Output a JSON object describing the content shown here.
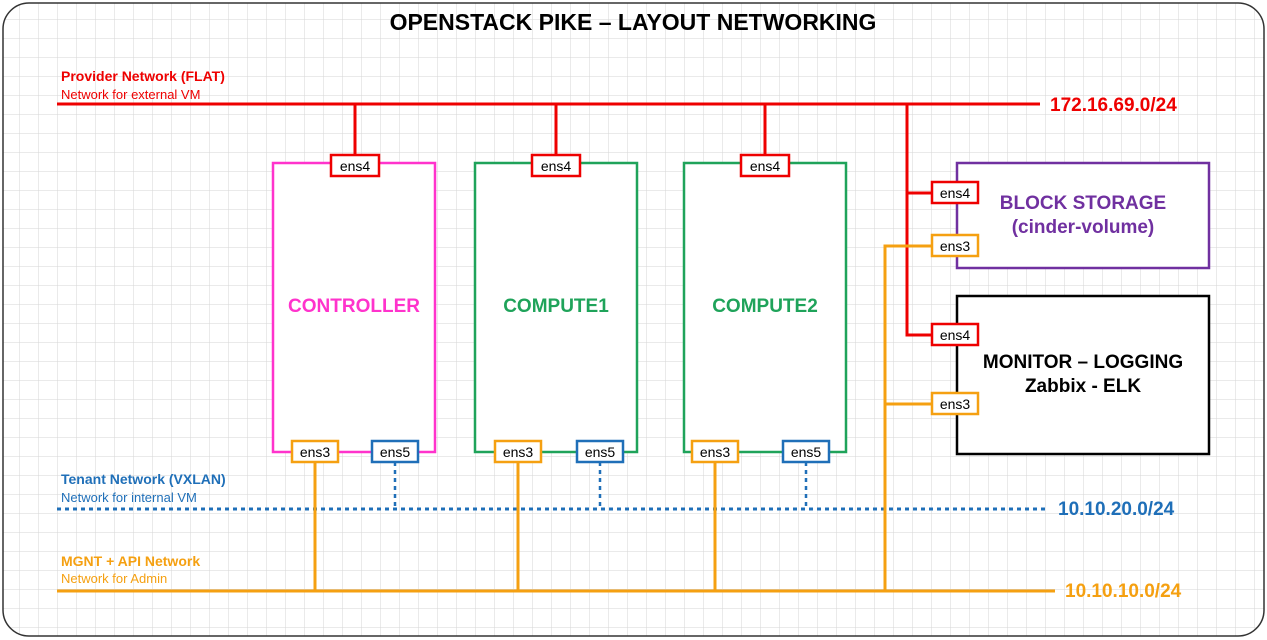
{
  "title": "OPENSTACK PIKE – LAYOUT NETWORKING",
  "colors": {
    "provider": "#ee0000",
    "tenant": "#1f6fb8",
    "mgmt": "#f5a011",
    "controller": "#ff33cc",
    "compute": "#1fa35a",
    "storage": "#7030a0",
    "monitor": "#000000",
    "grid": "#d6d6d6"
  },
  "networks": {
    "provider": {
      "name": "Provider Network (FLAT)",
      "desc": "Network for external VM",
      "cidr": "172.16.69.0/24"
    },
    "tenant": {
      "name": "Tenant Network (VXLAN)",
      "desc": "Network for internal VM",
      "cidr": "10.10.20.0/24"
    },
    "mgmt": {
      "name": "MGNT + API Network",
      "desc": "Network for Admin",
      "cidr": "10.10.10.0/24"
    }
  },
  "nodes": {
    "controller": {
      "label": "CONTROLLER",
      "ens4": "ens4",
      "ens3": "ens3",
      "ens5": "ens5"
    },
    "compute1": {
      "label": "COMPUTE1",
      "ens4": "ens4",
      "ens3": "ens3",
      "ens5": "ens5"
    },
    "compute2": {
      "label": "COMPUTE2",
      "ens4": "ens4",
      "ens3": "ens3",
      "ens5": "ens5"
    },
    "block_storage": {
      "label_line1": "BLOCK STORAGE",
      "label_line2": "(cinder-volume)",
      "ens4": "ens4",
      "ens3": "ens3"
    },
    "monitor": {
      "label_line1": "MONITOR – LOGGING",
      "label_line2": "Zabbix - ELK",
      "ens4": "ens4",
      "ens3": "ens3"
    }
  }
}
